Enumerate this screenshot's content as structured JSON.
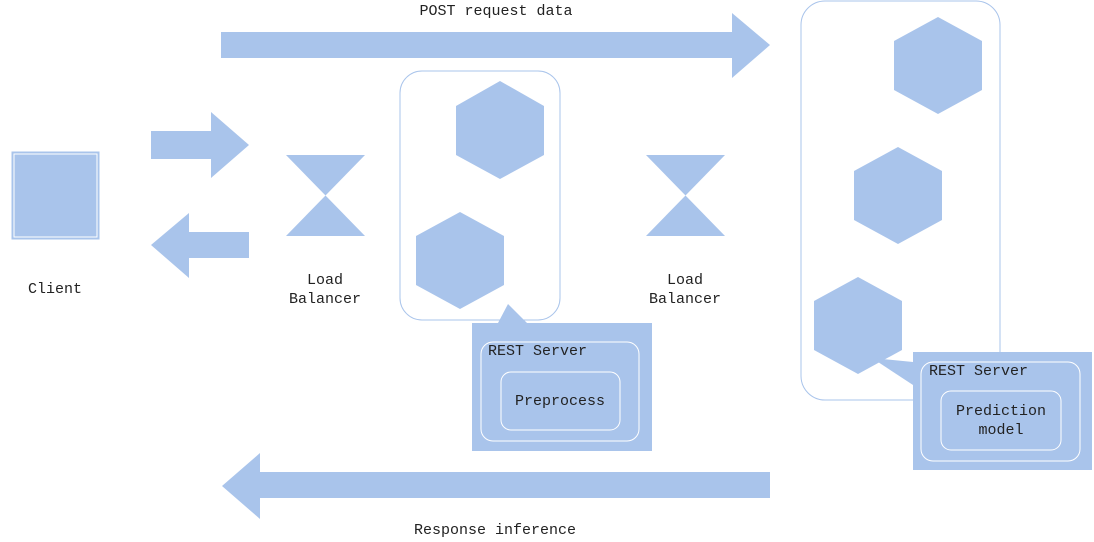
{
  "colors": {
    "shape_fill": "#a9c4eb",
    "container_stroke": "#a9c4eb",
    "inner_box_stroke": "#ffffff",
    "text": "#222222",
    "background": "#ffffff"
  },
  "labels": {
    "post_request": "POST request data",
    "response_inference": "Response inference",
    "client": "Client",
    "load_balancer_1": [
      "Load",
      "Balancer"
    ],
    "load_balancer_2": [
      "Load",
      "Balancer"
    ],
    "rest_server_1": "REST Server",
    "preprocess": "Preprocess",
    "rest_server_2": "REST Server",
    "prediction_model": [
      "Prediction",
      "model"
    ]
  },
  "icons": {
    "client": "square-icon",
    "load_balancer": "hourglass-icon",
    "service_instance": "hexagon-icon",
    "flow": "arrow-icon"
  }
}
